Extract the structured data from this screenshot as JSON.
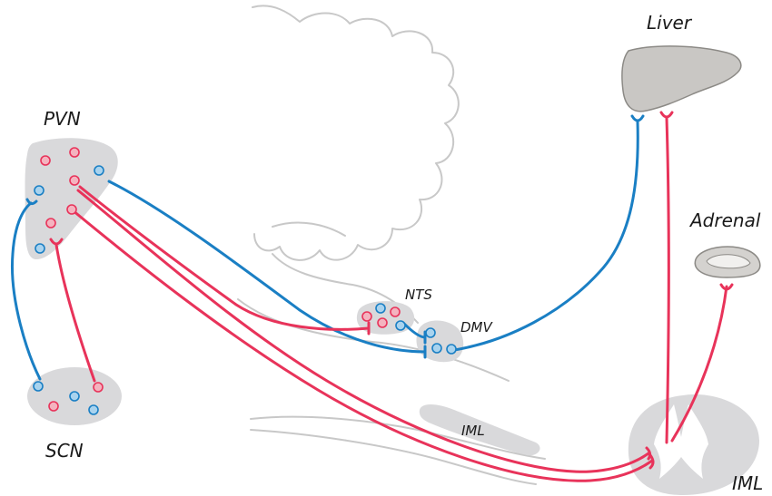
{
  "labels": {
    "pvn": "PVN",
    "scn": "SCN",
    "nts": "NTS",
    "dmv": "DMV",
    "iml_brainstem": "IML",
    "iml_spinal": "IML",
    "liver": "Liver",
    "adrenal": "Adrenal"
  },
  "colors": {
    "sympathetic": "#e8335a",
    "parasympathetic": "#1a7fc4",
    "region_fill": "#d9d9db",
    "outline": "#c8c8c8",
    "organ_fill": "#c9c7c4",
    "organ_stroke": "#8c8a86",
    "cell_red_fill": "#f4b3bf",
    "cell_blue_fill": "#a9d3ee"
  },
  "icons": {
    "liver": "liver-icon",
    "adrenal": "adrenal-icon",
    "spinal_cord": "spinal-cord-icon",
    "brainstem": "brainstem-outline"
  }
}
